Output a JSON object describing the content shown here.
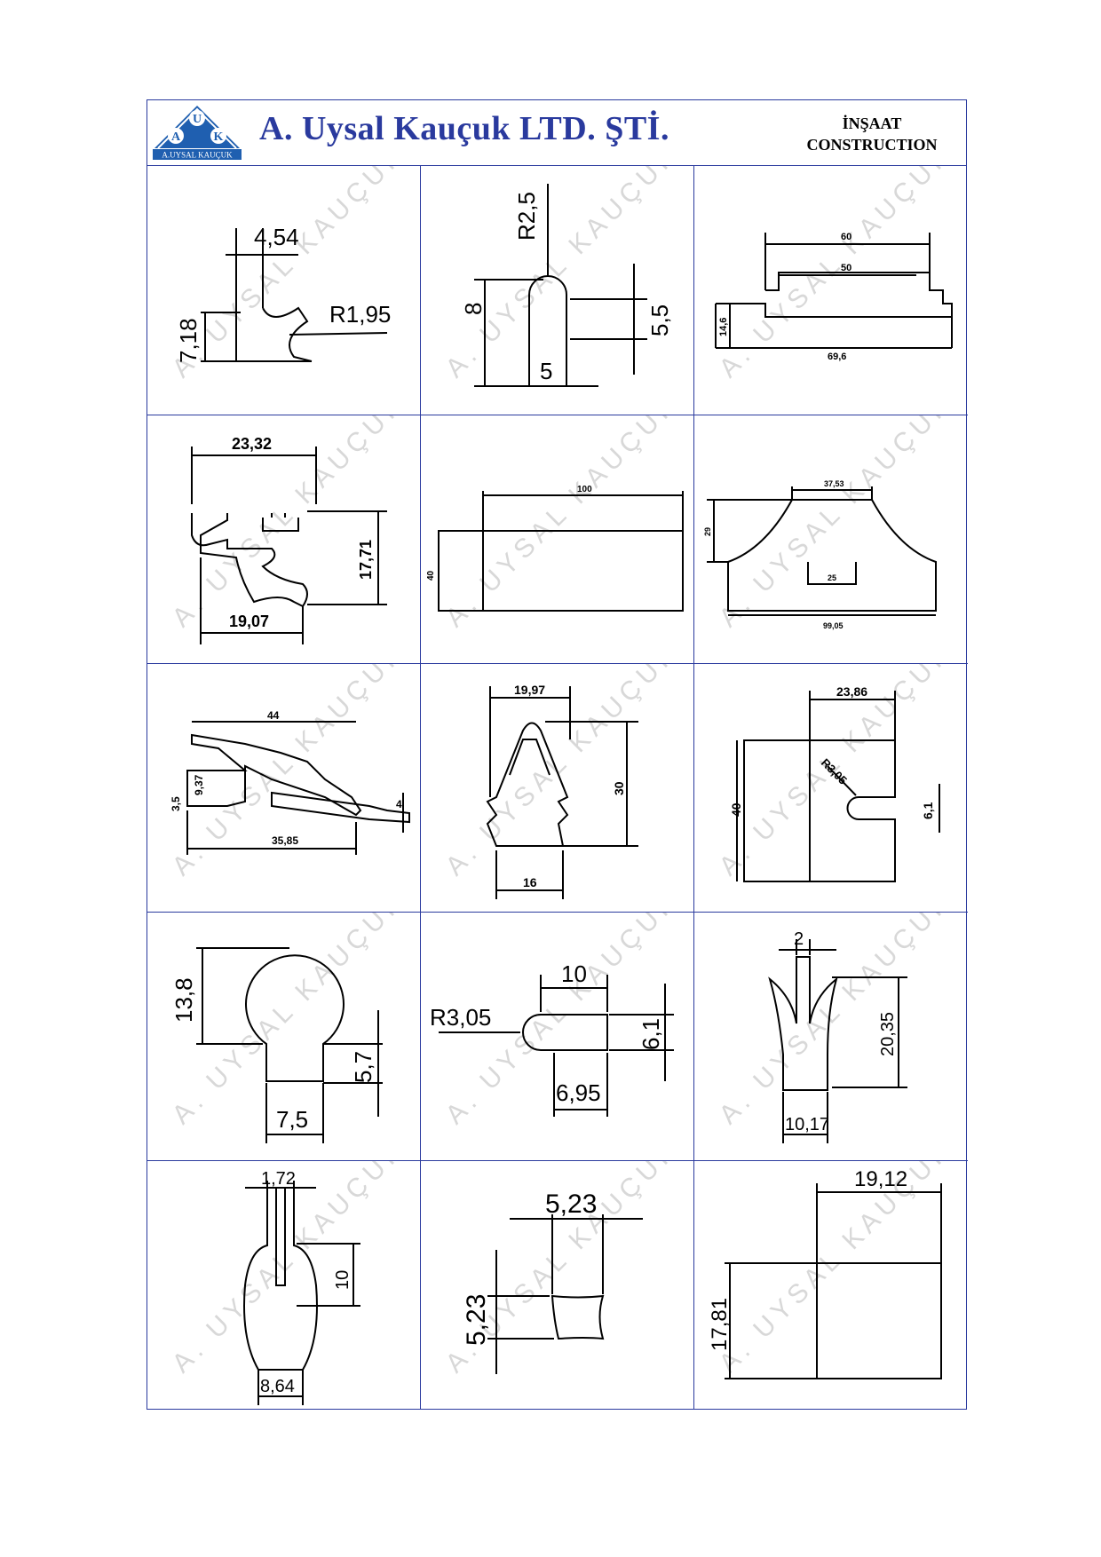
{
  "header": {
    "logo_letters": [
      "A",
      "U",
      "K"
    ],
    "logo_caption": "A.UYSAL KAUÇUK",
    "company_name": "A. Uysal Kauçuk LTD. ŞTİ.",
    "category_line1": "İNŞAAT",
    "category_line2": "CONSTRUCTION"
  },
  "watermark": "A. UYSAL KAUÇUK",
  "colors": {
    "border": "#2a3a9e",
    "logo_blue": "#1f5fb0",
    "watermark": "#d8d8d8"
  },
  "profiles": [
    {
      "dims": [
        "4,54",
        "7,18",
        "R1,95"
      ]
    },
    {
      "dims": [
        "R2,5",
        "8",
        "5,5",
        "5"
      ]
    },
    {
      "dims": [
        "60",
        "50",
        "14,6",
        "69,6"
      ]
    },
    {
      "dims": [
        "23,32",
        "17,71",
        "19,07"
      ]
    },
    {
      "dims": [
        "100",
        "40"
      ]
    },
    {
      "dims": [
        "37,53",
        "29",
        "25",
        "99,05"
      ]
    },
    {
      "dims": [
        "44",
        "9,37",
        "3,5",
        "4",
        "35,85"
      ]
    },
    {
      "dims": [
        "19,97",
        "30",
        "16"
      ]
    },
    {
      "dims": [
        "23,86",
        "R3,05",
        "40",
        "6,1"
      ]
    },
    {
      "dims": [
        "13,8",
        "5,7",
        "7,5"
      ]
    },
    {
      "dims": [
        "10",
        "R3,05",
        "6,1",
        "6,95"
      ]
    },
    {
      "dims": [
        "2",
        "20,35",
        "10,17"
      ]
    },
    {
      "dims": [
        "1,72",
        "10",
        "8,64"
      ]
    },
    {
      "dims": [
        "5,23",
        "5,23"
      ]
    },
    {
      "dims": [
        "19,12",
        "17,81"
      ]
    }
  ]
}
